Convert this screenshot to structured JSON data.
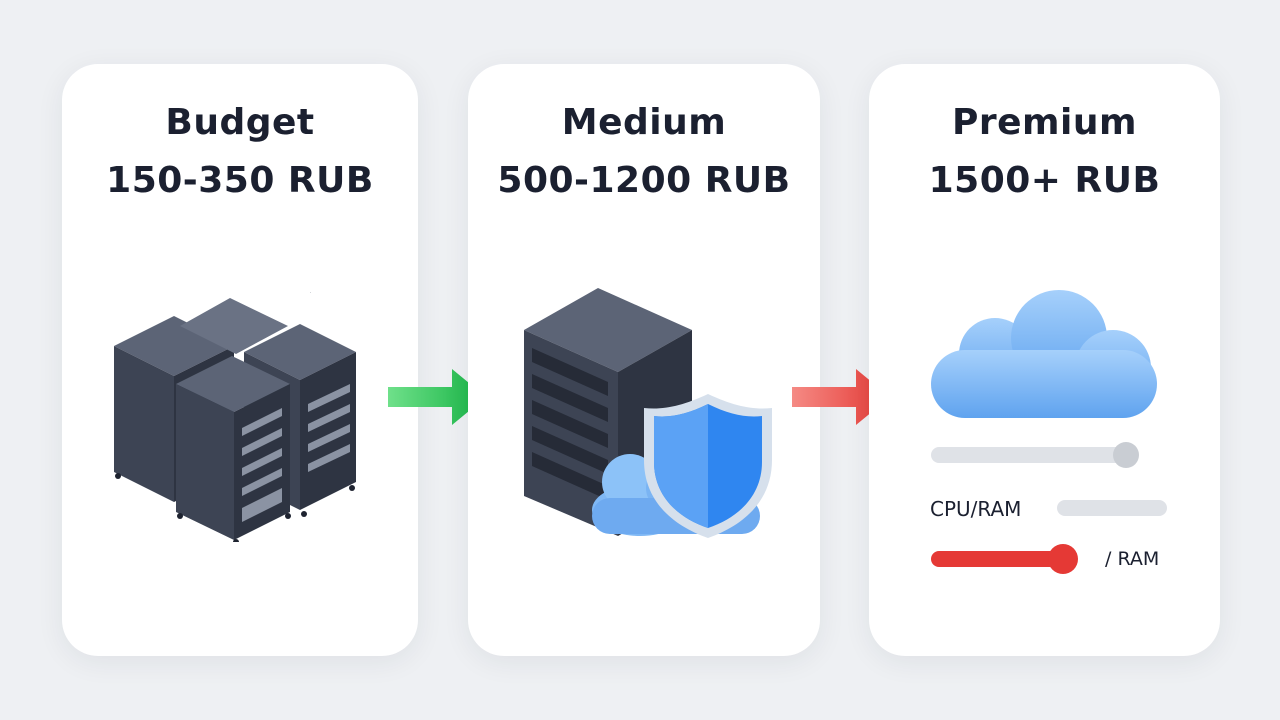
{
  "tiers": [
    {
      "name": "Budget",
      "price": "150-350 RUB",
      "icon": "server-rack-cluster-icon"
    },
    {
      "name": "Medium",
      "price": "500-1200 RUB",
      "icon": "server-with-shield-icon"
    },
    {
      "name": "Premium",
      "price": "1500+ RUB",
      "icon": "cloud-icon"
    }
  ],
  "arrows": [
    {
      "icon": "arrow-right-icon",
      "color": "#22c55e"
    },
    {
      "icon": "arrow-right-icon",
      "color": "#ef4444"
    }
  ],
  "premium_meters": {
    "labels": [
      "CPU/RAM",
      "/ RAM"
    ],
    "colors": {
      "neutral": "#dfe2e7",
      "knob": "#c9cdd3",
      "active": "#e53935"
    }
  },
  "colors": {
    "server_dark": "#3d4454",
    "server_top": "#5c6476",
    "cloud_blue": "#7fb8f5",
    "shield_blue": "#2f86f0"
  }
}
